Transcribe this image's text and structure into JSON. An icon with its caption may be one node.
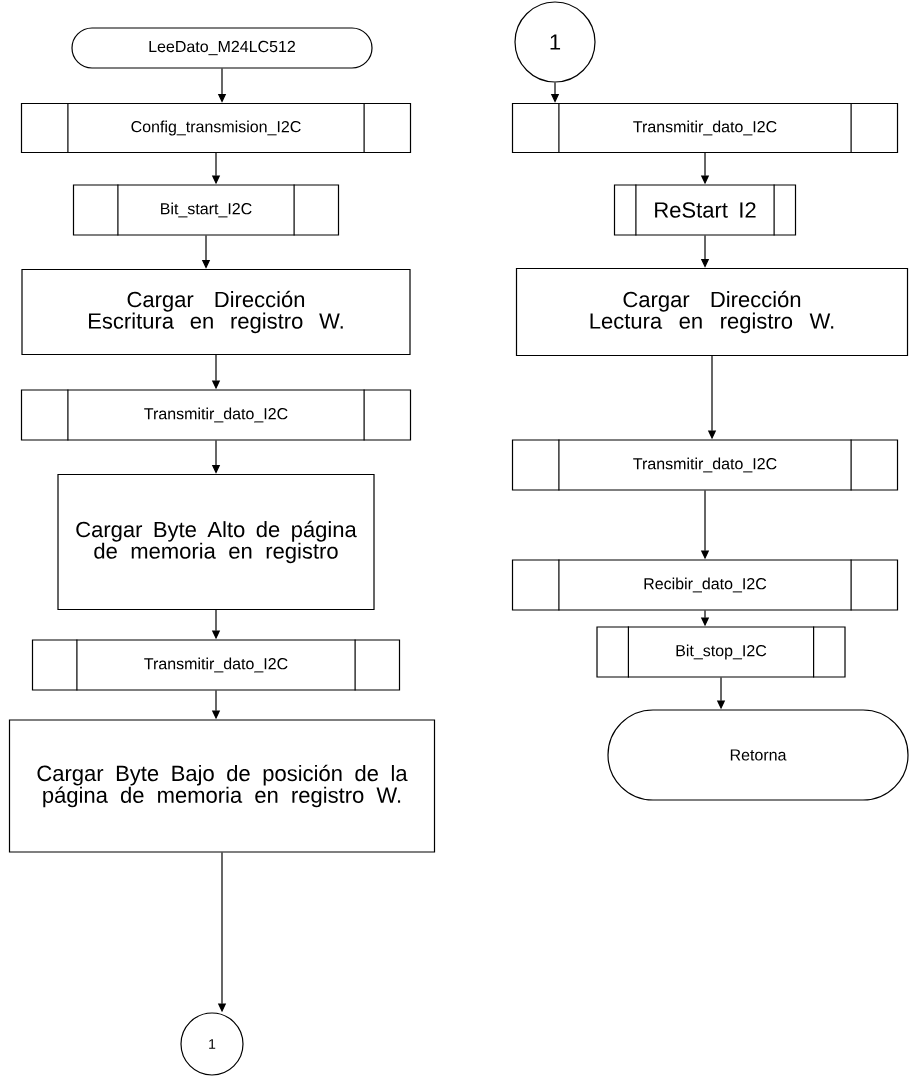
{
  "diagram": {
    "nodes": [
      {
        "text": [
          "LeeDato_M24LC512"
        ]
      },
      {
        "text": [
          "Config_transmision_I2C"
        ]
      },
      {
        "text": [
          "Bit_start_I2C"
        ]
      },
      {
        "text": [
          "Cargar Dirección Escritura en registro W."
        ]
      },
      {
        "text": [
          "Transmitir_dato_I2C"
        ]
      },
      {
        "text": [
          "Cargar Byte Alto de página de memoria en registro"
        ]
      },
      {
        "text": [
          "Transmitir_dato_I2C"
        ]
      },
      {
        "text": [
          "Cargar Byte Bajo de posición de la página de memoria en registro W."
        ]
      },
      {
        "text": [
          "1"
        ]
      },
      {
        "text": [
          "1"
        ]
      },
      {
        "text": [
          "Transmitir_dato_I2C"
        ]
      },
      {
        "text": [
          "ReStart  I2"
        ]
      },
      {
        "text": [
          "Cargar Dirección Lectura en registro W."
        ]
      },
      {
        "text": [
          "Transmitir_dato_I2C"
        ]
      },
      {
        "text": [
          "Recibir_dato_I2C"
        ]
      },
      {
        "text": [
          "Bit_stop_I2C"
        ]
      },
      {
        "text": [
          "Retorna"
        ]
      }
    ],
    "edges": [
      {
        "from": 0,
        "to": 1,
        "arrow": "to"
      },
      {
        "from": 1,
        "to": 2,
        "arrow": "to"
      },
      {
        "from": 2,
        "to": 3,
        "arrow": "to"
      },
      {
        "from": 3,
        "to": 4,
        "arrow": "to"
      },
      {
        "from": 4,
        "to": 5,
        "arrow": "to"
      },
      {
        "from": 5,
        "to": 6,
        "arrow": "to"
      },
      {
        "from": 6,
        "to": 7,
        "arrow": "to"
      },
      {
        "from": 7,
        "to": 8,
        "arrow": "to"
      },
      {
        "from": 9,
        "to": 10,
        "arrow": "to"
      },
      {
        "from": 10,
        "to": 11,
        "arrow": "to"
      },
      {
        "from": 11,
        "to": 12,
        "arrow": "to"
      },
      {
        "from": 12,
        "to": 13,
        "arrow": "to"
      },
      {
        "from": 13,
        "to": 14,
        "arrow": "to"
      },
      {
        "from": 14,
        "to": 15,
        "arrow": "to"
      },
      {
        "from": 15,
        "to": 16,
        "arrow": "to"
      }
    ]
  }
}
